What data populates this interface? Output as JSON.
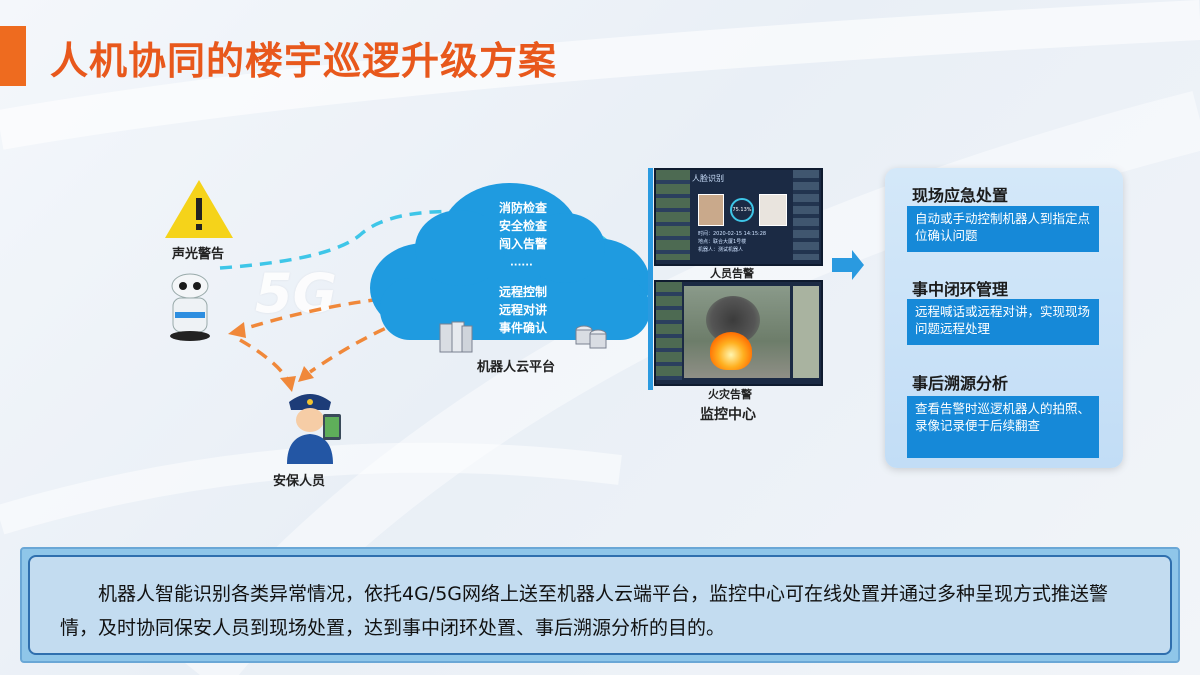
{
  "title": "人机协同的楼宇巡逻升级方案",
  "left": {
    "alarm_label": "声光警告",
    "security_label": "安保人员",
    "network_text": "5G"
  },
  "cloud": {
    "top_items": [
      "消防检查",
      "安全检查",
      "闯入告警"
    ],
    "dots": "······",
    "bottom_items": [
      "远程控制",
      "远程对讲",
      "事件确认"
    ],
    "label": "机器人云平台"
  },
  "monitor": {
    "screen1_caption": "人员告警",
    "screen1_title": "人脸识别",
    "screen1_score": "75.13%",
    "screen1_time": "时间：2020-02-15  14:15:28",
    "screen1_loc": "地点：联合大厦1号楼",
    "screen1_person": "机器人：测试机器人",
    "screen2_caption": "火灾告警",
    "label": "监控中心"
  },
  "panel": {
    "sections": [
      {
        "title": "现场应急处置",
        "text": "自动或手动控制机器人到指定点位确认问题"
      },
      {
        "title": "事中闭环管理",
        "text": "远程喊话或远程对讲，实现现场问题远程处理"
      },
      {
        "title": "事后溯源分析",
        "text": "查看告警时巡逻机器人的拍照、录像记录便于后续翻查"
      }
    ]
  },
  "summary": "机器人智能识别各类异常情况，依托4G/5G网络上送至机器人云端平台，监控中心可在线处置并通过多种呈现方式推送警情，及时协同保安人员到现场处置，达到事中闭环处置、事后溯源分析的目的。",
  "colors": {
    "title": "#e8581c",
    "accent_bar": "#ee6b1f",
    "cloud": "#1f9be0",
    "dash_cyan": "#3ec6e8",
    "dash_orange": "#f0883a",
    "section_box": "#1689d8"
  }
}
